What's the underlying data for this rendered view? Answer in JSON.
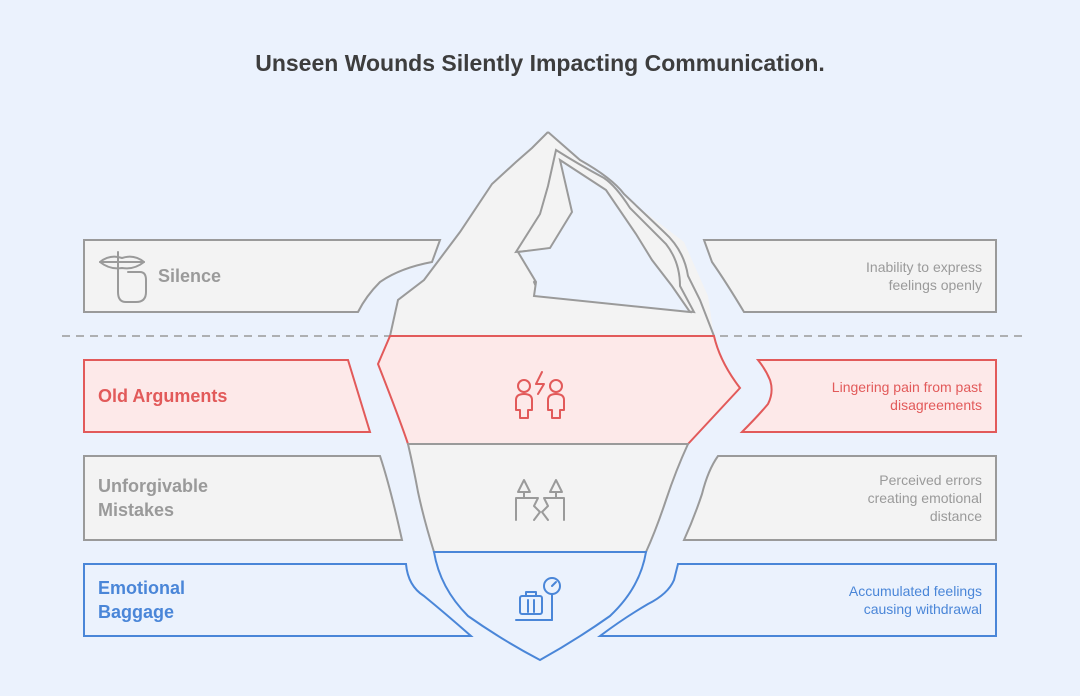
{
  "title": "Unseen Wounds Silently Impacting Communication.",
  "layers": [
    {
      "label": "Silence",
      "description_lines": [
        "Inability to express",
        "feelings openly"
      ],
      "icon": "shush-lips-icon",
      "color": "#9a9a9a"
    },
    {
      "label": "Old Arguments",
      "description_lines": [
        "Lingering pain from past",
        "disagreements"
      ],
      "icon": "arguing-people-icon",
      "color": "#e25a5a"
    },
    {
      "label_lines": [
        "Unforgivable",
        "Mistakes"
      ],
      "description_lines": [
        "Perceived errors",
        "creating emotional",
        "distance"
      ],
      "icon": "broken-bridge-icon",
      "color": "#9a9a9a"
    },
    {
      "label_lines": [
        "Emotional",
        "Baggage"
      ],
      "description_lines": [
        "Accumulated feelings",
        "causing withdrawal"
      ],
      "icon": "baggage-scale-icon",
      "color": "#4a86d8"
    }
  ],
  "colors": {
    "background": "#ebf2fd",
    "neutral_fill": "#f3f3f3",
    "neutral_stroke": "#9a9a9a",
    "accent_red": "#e25a5a",
    "accent_red_fill": "#fde9e9",
    "accent_blue": "#4a86d8"
  }
}
